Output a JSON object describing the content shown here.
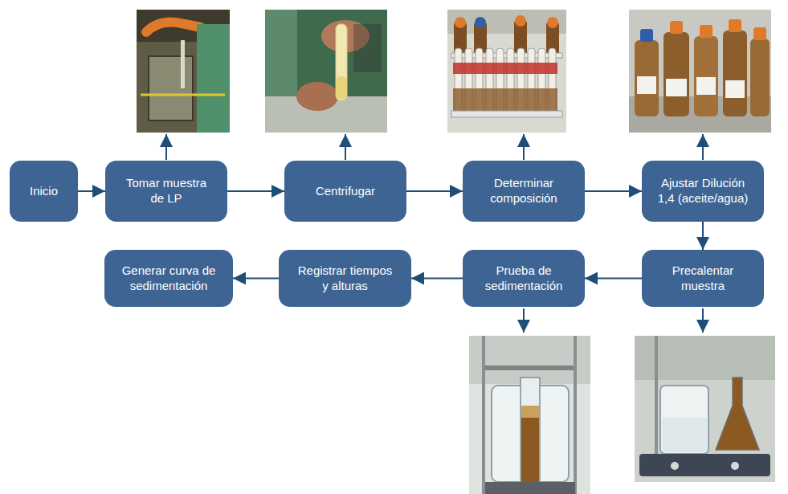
{
  "diagram": {
    "nodes": [
      {
        "text": [
          "Inicio"
        ]
      },
      {
        "text": [
          "Tomar muestra de LP"
        ]
      },
      {
        "text": [
          "Centrifugar"
        ]
      },
      {
        "text": [
          "Determinar composición"
        ]
      },
      {
        "text": [
          "Ajustar Dilución 1,4 (aceite/agua)"
        ]
      },
      {
        "text": [
          "Precalentar muestra"
        ]
      },
      {
        "text": [
          "Prueba de sedimentación"
        ]
      },
      {
        "text": [
          "Registrar tiempos y alturas"
        ]
      },
      {
        "text": [
          "Generar curva de sedimentación"
        ]
      }
    ],
    "edges": [
      {
        "from": 0,
        "to": 1,
        "arrow": "to"
      },
      {
        "from": 1,
        "to": 2,
        "arrow": "to"
      },
      {
        "from": 2,
        "to": 3,
        "arrow": "to"
      },
      {
        "from": 3,
        "to": 4,
        "arrow": "to"
      },
      {
        "from": 4,
        "to": 5,
        "arrow": "to"
      },
      {
        "from": 5,
        "to": 6,
        "arrow": "to"
      },
      {
        "from": 6,
        "to": 7,
        "arrow": "to"
      },
      {
        "from": 7,
        "to": 8,
        "arrow": "to"
      }
    ]
  }
}
